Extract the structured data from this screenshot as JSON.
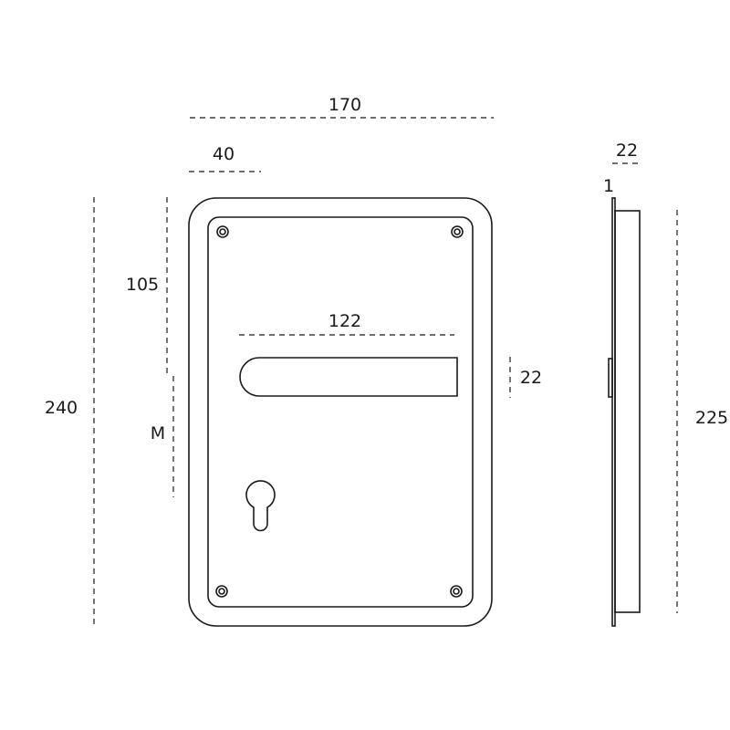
{
  "dimensions": {
    "overall_width": "170",
    "handle_offset": "40",
    "handle_height_from_top": "105",
    "center_distance": "M",
    "overall_height": "240",
    "handle_length": "122",
    "handle_width": "22",
    "side_depth": "22",
    "side_plate_thickness": "1",
    "side_height": "225"
  },
  "colors": {
    "line": "#1a1a1a",
    "background": "#ffffff"
  }
}
